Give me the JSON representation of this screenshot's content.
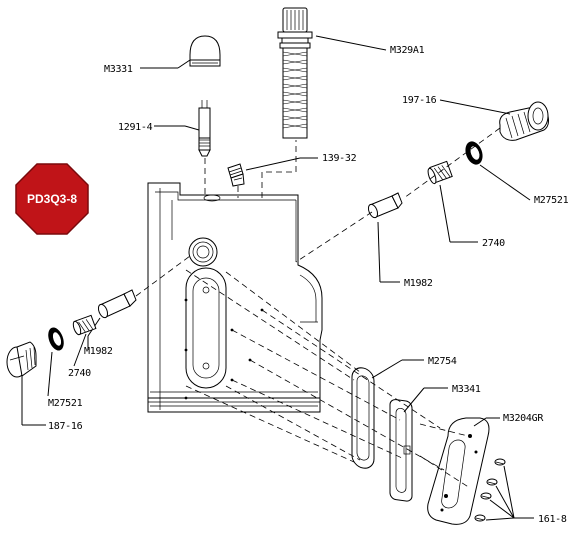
{
  "badge": {
    "text": "PD3Q3-8",
    "color": "#c01418"
  },
  "labels": {
    "m3331": "M3331",
    "m329a1": "M329A1",
    "p1291_4": "1291-4",
    "p197_16_top": "197-16",
    "p139_32": "139-32",
    "m27521_right": "M27521",
    "p2740_right": "2740",
    "m1982_right": "M1982",
    "m1982_left": "M1982",
    "p2740_left": "2740",
    "m27521_left": "M27521",
    "p187_16": "187-16",
    "m2754": "M2754",
    "m3341": "M3341",
    "m3204gr": "M3204GR",
    "p161_8": "161-8"
  }
}
